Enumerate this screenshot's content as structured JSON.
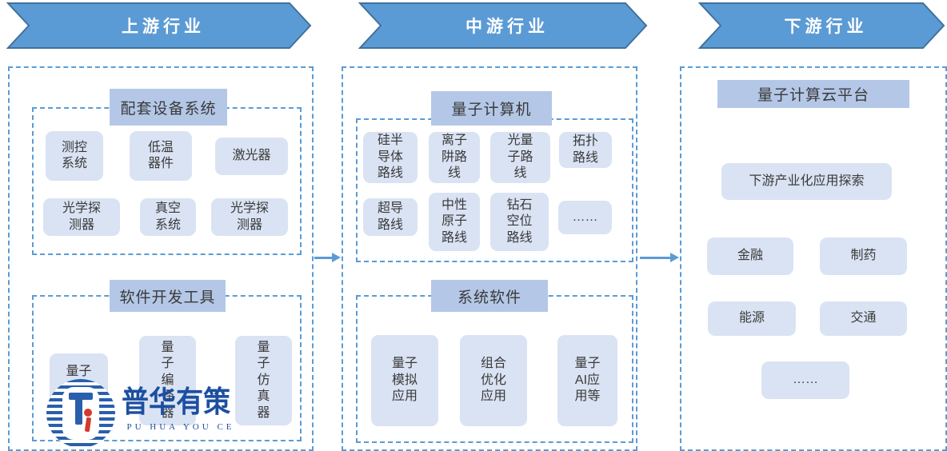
{
  "banners": [
    {
      "label": "上游行业"
    },
    {
      "label": "中游行业"
    },
    {
      "label": "下游行业"
    }
  ],
  "upstream": {
    "groups": [
      {
        "title": "配套设备系统",
        "items": [
          {
            "label": "测控\n系统"
          },
          {
            "label": "低温\n器件"
          },
          {
            "label": "激光器"
          },
          {
            "label": "光学探\n测器"
          },
          {
            "label": "真空\n系统"
          },
          {
            "label": "光学探\n测器"
          }
        ]
      },
      {
        "title": "软件开发工具",
        "items": [
          {
            "label": "量子\n编程\n语言"
          },
          {
            "label": "量\n子\n编\n译\n器"
          },
          {
            "label": "量\n子\n仿\n真\n器"
          }
        ]
      }
    ]
  },
  "midstream": {
    "groups": [
      {
        "title": "量子计算机",
        "items": [
          {
            "label": "硅半\n导体\n路线"
          },
          {
            "label": "离子\n阱路\n线"
          },
          {
            "label": "光量\n子路\n线"
          },
          {
            "label": "拓扑\n路线"
          },
          {
            "label": "超导\n路线"
          },
          {
            "label": "中性\n原子\n路线"
          },
          {
            "label": "钻石\n空位\n路线"
          },
          {
            "label": "……"
          }
        ]
      },
      {
        "title": "系统软件",
        "items": [
          {
            "label": "量子\n模拟\n应用"
          },
          {
            "label": "组合\n优化\n应用"
          },
          {
            "label": "量子\nAI应\n用等"
          }
        ]
      }
    ]
  },
  "downstream": {
    "title": "量子计算云平台",
    "items": [
      {
        "label": "下游产业化应用探索"
      },
      {
        "label": "金融"
      },
      {
        "label": "制药"
      },
      {
        "label": "能源"
      },
      {
        "label": "交通"
      },
      {
        "label": "……"
      }
    ]
  },
  "logo": {
    "name": "普华有策",
    "subtitle": "PU HUA YOU CE"
  },
  "colors": {
    "banner_fill": "#5b9bd5",
    "banner_border": "#41719c",
    "group_title_bg": "#b4c7e7",
    "item_bg": "#dae3f3",
    "dashed_border": "#5b9bd5",
    "arrow": "#5b9bd5",
    "logo_blue": "#1c4fa0",
    "logo_red": "#d23a2e",
    "text": "#3a3a3a"
  }
}
